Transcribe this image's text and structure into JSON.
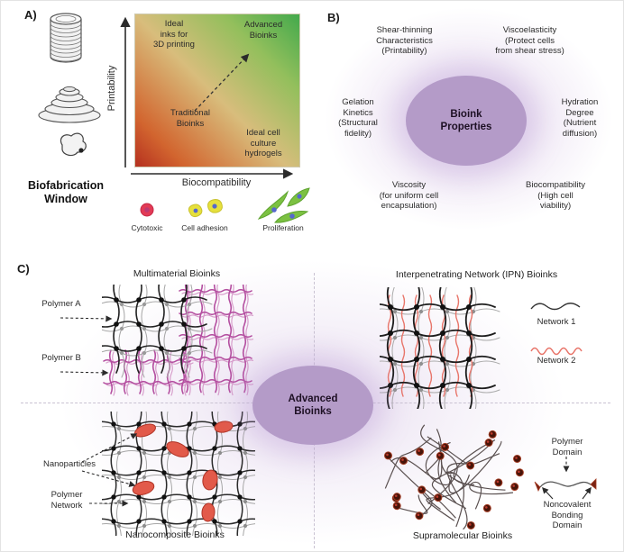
{
  "colors": {
    "gradient_red": "#b5301f",
    "gradient_tan": "#d8bd7c",
    "gradient_green": "#43a94c",
    "ellipse_purple": "#b49bc8",
    "glow_purple": "#d5c0e4",
    "polymer_b_magenta": "#b44fa0",
    "network2_red": "#e8756a",
    "nanoparticle_red": "#e25a4a",
    "bonding_node_brown": "#461409"
  },
  "panel_a": {
    "label": "A)",
    "caption": "Biofabrication\nWindow",
    "plot": {
      "y_axis": "Printability",
      "x_axis": "Biocompatibility",
      "region_top_left": "Ideal\ninks for\n3D printing",
      "region_top_right": "Advanced\nBioinks",
      "region_center": "Traditional\nBioinks",
      "region_bottom_right": "Ideal cell\nculture\nhydrogels"
    },
    "legend": {
      "cytotoxic": "Cytotoxic",
      "cell_adhesion": "Cell adhesion",
      "proliferation": "Proliferation"
    }
  },
  "panel_b": {
    "label": "B)",
    "center": "Bioink\nProperties",
    "properties": [
      {
        "id": "shear-thinning",
        "text": "Shear-thinning\nCharacteristics\n(Printability)"
      },
      {
        "id": "viscoelasticity",
        "text": "Viscoelasticity\n(Protect cells\nfrom shear stress)"
      },
      {
        "id": "gelation-kinetics",
        "text": "Gelation\nKinetics\n(Structural\nfidelity)"
      },
      {
        "id": "hydration-degree",
        "text": "Hydration\nDegree\n(Nutrient\ndiffusion)"
      },
      {
        "id": "viscosity",
        "text": "Viscosity\n(for uniform cell\nencapsulation)"
      },
      {
        "id": "biocompatibility",
        "text": "Biocompatibility\n(High cell\nviability)"
      }
    ]
  },
  "panel_c": {
    "label": "C)",
    "center": "Advanced\nBioinks",
    "multimaterial": {
      "title": "Multimaterial Bioinks",
      "polymer_a": "Polymer A",
      "polymer_b": "Polymer B"
    },
    "ipn": {
      "title": "Interpenetrating Network (IPN) Bioinks",
      "network_1": "Network 1",
      "network_2": "Network 2"
    },
    "nanocomposite": {
      "title": "Nanocomposite Bioinks",
      "nanoparticles": "Nanoparticles",
      "polymer_network": "Polymer\nNetwork"
    },
    "supramolecular": {
      "title": "Supramolecular Bioinks",
      "polymer_domain": "Polymer\nDomain",
      "noncovalent": "Noncovalent\nBonding\nDomain"
    }
  }
}
